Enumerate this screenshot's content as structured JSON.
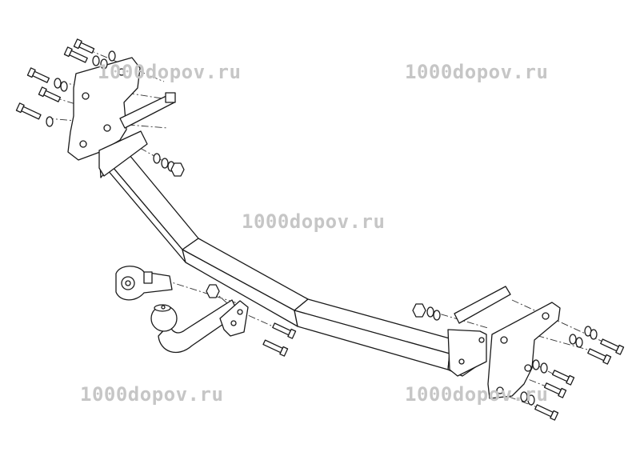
{
  "watermarks": [
    {
      "id": "wm-top-left",
      "text": "1000dopov.ru"
    },
    {
      "id": "wm-top-right",
      "text": "1000dopov.ru"
    },
    {
      "id": "wm-center",
      "text": "1000dopov.ru"
    },
    {
      "id": "wm-bottom-left",
      "text": "1000dopov.ru"
    },
    {
      "id": "wm-bottom-right",
      "text": "1000dopov.ru"
    }
  ],
  "colors": {
    "line": "#1a1a1a",
    "watermark": "#c6c6c6",
    "background": "#ffffff"
  },
  "parts": [
    "crossbar",
    "left-bracket",
    "right-bracket",
    "tow-ball-neck",
    "tow-ball",
    "electrical-socket-plate",
    "bolts",
    "washers",
    "nuts"
  ]
}
